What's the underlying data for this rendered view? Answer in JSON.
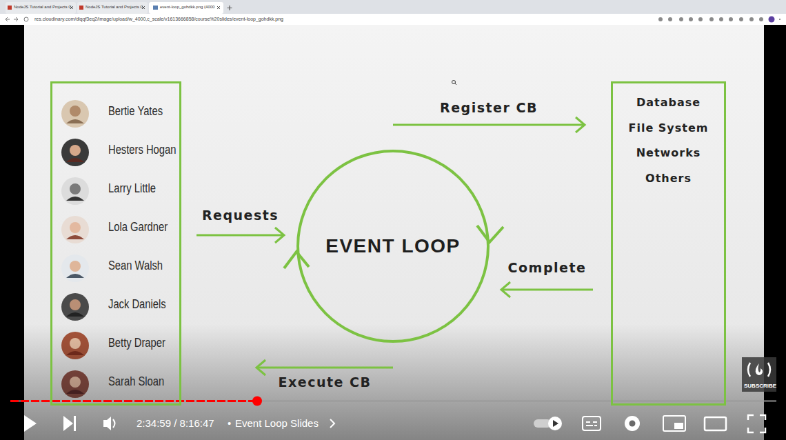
{
  "diagram": {
    "nodes": [
      {
        "text": [
          "Bertie Yates",
          "Hesters Hogan",
          "Larry Little",
          "Lola Gardner",
          "Sean Walsh",
          "Jack Daniels",
          "Betty Draper",
          "Sarah Sloan"
        ]
      },
      {
        "text": [
          "EVENT LOOP"
        ]
      },
      {
        "text": [
          "Database",
          "File System",
          "Networks",
          "Others"
        ]
      }
    ],
    "edges": [
      {
        "from": 0,
        "to": 1,
        "label": "Requests",
        "arrow": "to"
      },
      {
        "from": 1,
        "to": 2,
        "label": "Register CB",
        "arrow": "to"
      },
      {
        "from": 2,
        "to": 1,
        "label": "Complete",
        "arrow": "to"
      },
      {
        "from": 1,
        "to": 0,
        "label": "Execute CB",
        "arrow": "to"
      }
    ],
    "labels": [
      "NodeJS Tutorial and Projects C",
      "NodeJS Tutorial and Projects C",
      "event-loop_gohdkk.png (4000",
      "res.cloudinary.com/diqqf3eq2/image/upload/w_4000,c_scale/v1613666858/course%20slides/event-loop_gohdkk.png",
      "SUBSCRIBE",
      "2:34:59 / 8:16:47",
      "•",
      "Event Loop Slides"
    ]
  }
}
